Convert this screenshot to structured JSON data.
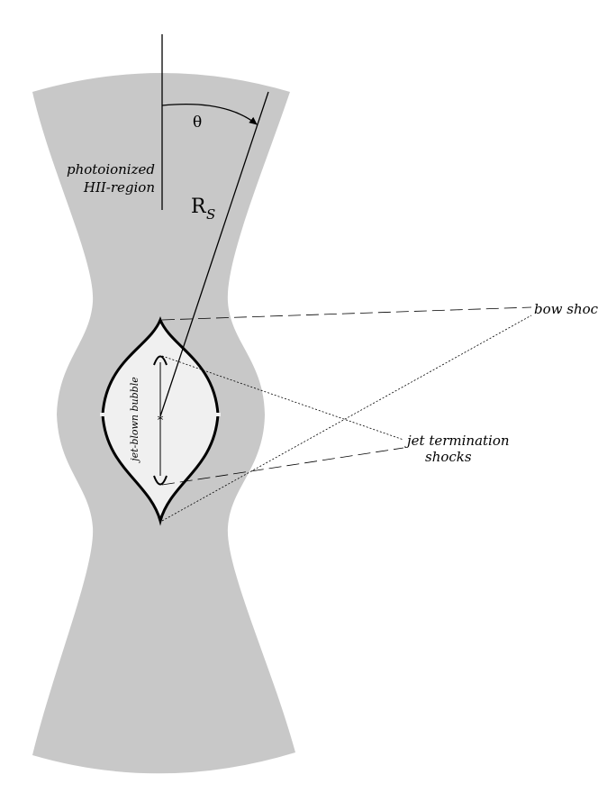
{
  "labels": {
    "region": [
      "photoionized",
      "HII-region"
    ],
    "angle": "θ",
    "radius": "R",
    "radius_subscript": "S",
    "bubble": "jet-blown bubble",
    "bow_shocks": "bow shocks",
    "jet_termination": [
      "jet termination",
      "shocks"
    ]
  },
  "colors": {
    "outflow_fill": "#c8c8c8",
    "bubble_fill": "#f0f0f0",
    "line": "#000000"
  }
}
